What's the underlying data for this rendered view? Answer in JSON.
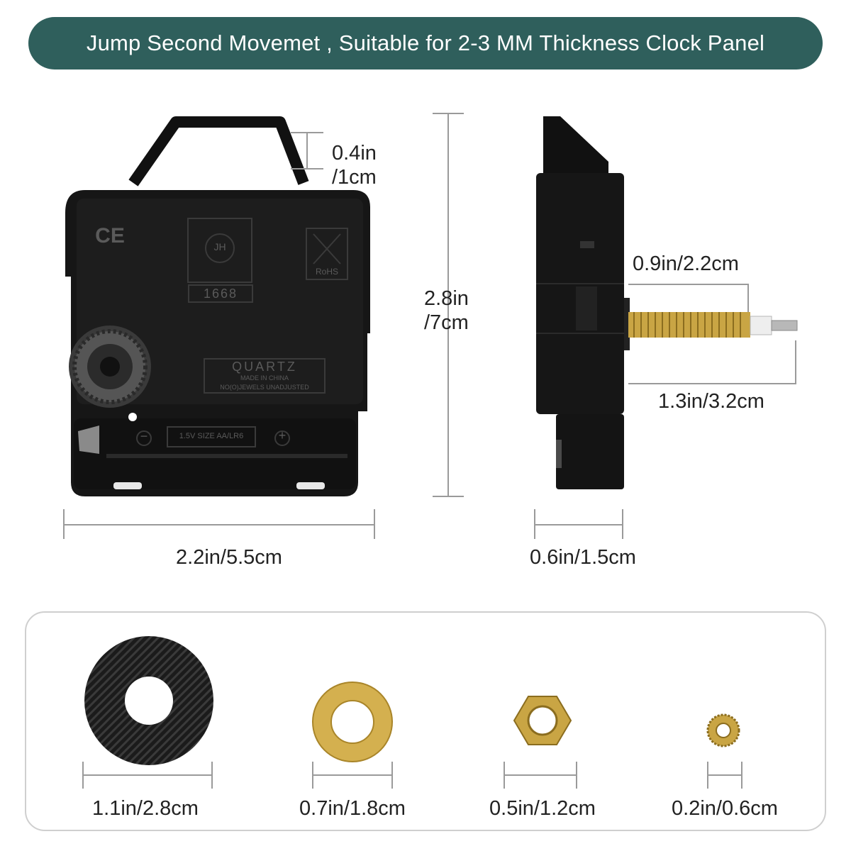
{
  "banner": {
    "title": "Jump Second Movemet , Suitable for 2-3 MM Thickness Clock Panel"
  },
  "front_view": {
    "hanger_height": {
      "line1": "0.4in",
      "line2": "/1cm"
    },
    "height": {
      "line1": "2.8in",
      "line2": "/7cm"
    },
    "width": "2.2in/5.5cm",
    "markings": {
      "ce": "CE",
      "logo": "JH",
      "model": "1668",
      "rohs": "RoHS",
      "quartz": "QUARTZ",
      "made_in": "MADE IN CHINA",
      "jewels": "NO(O)JEWELS UNADJUSTED",
      "battery": "1.5V SIZE AA/LR6",
      "minus": "−",
      "plus": "+"
    }
  },
  "side_view": {
    "shaft_length": "0.9in/2.2cm",
    "total_shaft_length": "1.3in/3.2cm",
    "depth": "0.6in/1.5cm"
  },
  "accessories": [
    {
      "name": "rubber-washer",
      "size": "1.1in/2.8cm"
    },
    {
      "name": "brass-washer",
      "size": "0.7in/1.8cm"
    },
    {
      "name": "hex-nut",
      "size": "0.5in/1.2cm"
    },
    {
      "name": "cap-nut",
      "size": "0.2in/0.6cm"
    }
  ],
  "colors": {
    "banner": "#2f5f5c",
    "movement": "#151515",
    "brass": "#c9a544",
    "dimension_line": "#9a9a9a"
  }
}
